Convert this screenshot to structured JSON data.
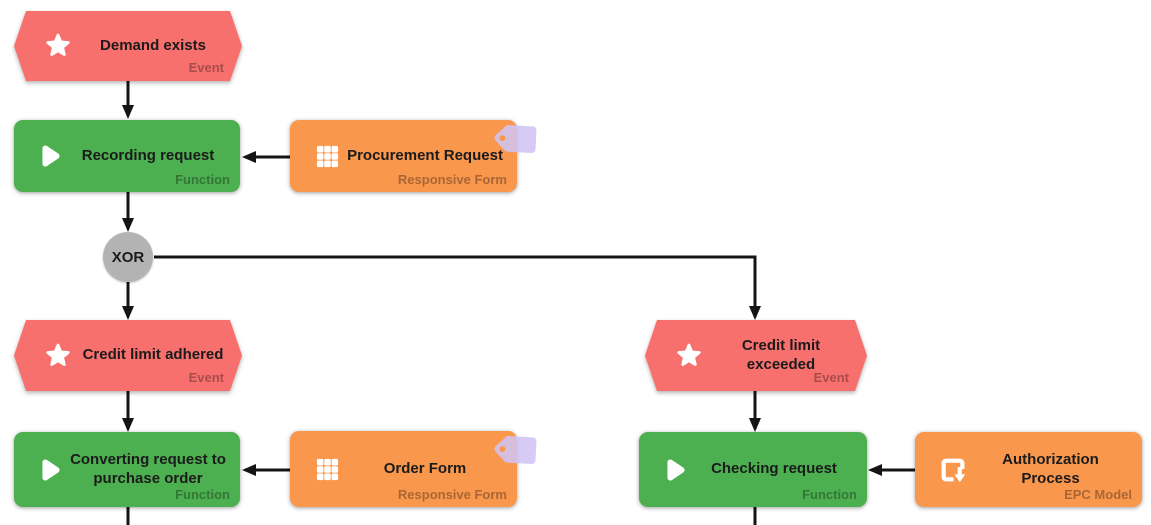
{
  "diagram": {
    "kind": "EPC process diagram",
    "nodes": [
      {
        "id": "demand-exists",
        "kind": "event",
        "label": "Demand exists",
        "type_label": "Event",
        "icon": "star-icon"
      },
      {
        "id": "recording-request",
        "kind": "function",
        "label": "Recording request",
        "type_label": "Function",
        "icon": "play-icon"
      },
      {
        "id": "procurement-request",
        "kind": "resource",
        "label": "Procurement Request",
        "type_label": "Responsive Form",
        "icon": "grid-icon",
        "badge": "tag-icon"
      },
      {
        "id": "xor-gateway",
        "kind": "connector",
        "label": "XOR"
      },
      {
        "id": "credit-limit-adhered",
        "kind": "event",
        "label": "Credit limit adhered",
        "type_label": "Event",
        "icon": "star-icon"
      },
      {
        "id": "credit-limit-exceeded",
        "kind": "event",
        "label": "Credit limit exceeded",
        "type_label": "Event",
        "icon": "star-icon"
      },
      {
        "id": "converting-request-to-purchase-order",
        "kind": "function",
        "label": "Converting request to purchase order",
        "type_label": "Function",
        "icon": "play-icon"
      },
      {
        "id": "order-form",
        "kind": "resource",
        "label": "Order Form",
        "type_label": "Responsive Form",
        "icon": "grid-icon",
        "badge": "tag-icon"
      },
      {
        "id": "checking-request",
        "kind": "function",
        "label": "Checking request",
        "type_label": "Function",
        "icon": "play-icon"
      },
      {
        "id": "authorization-process",
        "kind": "resource",
        "label": "Authorization Process",
        "type_label": "EPC Model",
        "icon": "epc-model-icon"
      }
    ],
    "edges": [
      {
        "from": "demand-exists",
        "to": "recording-request"
      },
      {
        "from": "procurement-request",
        "to": "recording-request"
      },
      {
        "from": "recording-request",
        "to": "xor-gateway"
      },
      {
        "from": "xor-gateway",
        "to": "credit-limit-adhered"
      },
      {
        "from": "xor-gateway",
        "to": "credit-limit-exceeded"
      },
      {
        "from": "credit-limit-adhered",
        "to": "converting-request-to-purchase-order"
      },
      {
        "from": "order-form",
        "to": "converting-request-to-purchase-order"
      },
      {
        "from": "credit-limit-exceeded",
        "to": "checking-request"
      },
      {
        "from": "authorization-process",
        "to": "checking-request"
      },
      {
        "from": "converting-request-to-purchase-order",
        "to": "offscreen-below"
      },
      {
        "from": "checking-request",
        "to": "offscreen-below"
      }
    ],
    "colors": {
      "event": "#F8706E",
      "function": "#4CAF50",
      "resource": "#F9974D",
      "connector": "#B3B3B3",
      "edge": "#141414",
      "tag_badge": "#CFC4F2",
      "type_label": "rgba(0,0,0,0.32)"
    }
  }
}
